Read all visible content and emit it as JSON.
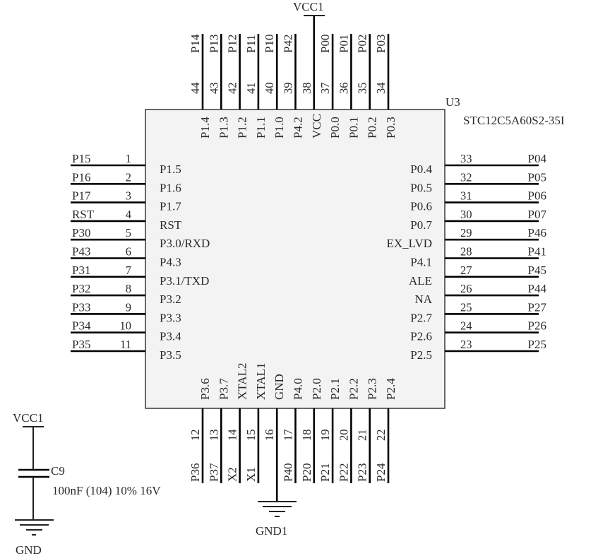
{
  "component": {
    "designator": "U3",
    "part_number": "STC12C5A60S2-35I"
  },
  "pins": {
    "left": [
      {
        "num": "1",
        "net": "P15",
        "name": "P1.5"
      },
      {
        "num": "2",
        "net": "P16",
        "name": "P1.6"
      },
      {
        "num": "3",
        "net": "P17",
        "name": "P1.7"
      },
      {
        "num": "4",
        "net": "RST",
        "name": "RST"
      },
      {
        "num": "5",
        "net": "P30",
        "name": "P3.0/RXD"
      },
      {
        "num": "6",
        "net": "P43",
        "name": "P4.3"
      },
      {
        "num": "7",
        "net": "P31",
        "name": "P3.1/TXD"
      },
      {
        "num": "8",
        "net": "P32",
        "name": "P3.2"
      },
      {
        "num": "9",
        "net": "P33",
        "name": "P3.3"
      },
      {
        "num": "10",
        "net": "P34",
        "name": "P3.4"
      },
      {
        "num": "11",
        "net": "P35",
        "name": "P3.5"
      }
    ],
    "bottom": [
      {
        "num": "12",
        "net": "P36",
        "name": "P3.6"
      },
      {
        "num": "13",
        "net": "P37",
        "name": "P3.7"
      },
      {
        "num": "14",
        "net": "X2",
        "name": "XTAL2"
      },
      {
        "num": "15",
        "net": "X1",
        "name": "XTAL1"
      },
      {
        "num": "16",
        "net": "",
        "name": "GND"
      },
      {
        "num": "17",
        "net": "P40",
        "name": "P4.0"
      },
      {
        "num": "18",
        "net": "P20",
        "name": "P2.0"
      },
      {
        "num": "19",
        "net": "P21",
        "name": "P2.1"
      },
      {
        "num": "20",
        "net": "P22",
        "name": "P2.2"
      },
      {
        "num": "21",
        "net": "P23",
        "name": "P2.3"
      },
      {
        "num": "22",
        "net": "P24",
        "name": "P2.4"
      }
    ],
    "right": [
      {
        "num": "33",
        "net": "P04",
        "name": "P0.4"
      },
      {
        "num": "32",
        "net": "P05",
        "name": "P0.5"
      },
      {
        "num": "31",
        "net": "P06",
        "name": "P0.6"
      },
      {
        "num": "30",
        "net": "P07",
        "name": "P0.7"
      },
      {
        "num": "29",
        "net": "P46",
        "name": "EX_LVD"
      },
      {
        "num": "28",
        "net": "P41",
        "name": "P4.1"
      },
      {
        "num": "27",
        "net": "P45",
        "name": "ALE"
      },
      {
        "num": "26",
        "net": "P44",
        "name": "NA"
      },
      {
        "num": "25",
        "net": "P27",
        "name": "P2.7"
      },
      {
        "num": "24",
        "net": "P26",
        "name": "P2.6"
      },
      {
        "num": "23",
        "net": "P25",
        "name": "P2.5"
      }
    ],
    "top": [
      {
        "num": "44",
        "net": "P14",
        "name": "P1.4"
      },
      {
        "num": "43",
        "net": "P13",
        "name": "P1.3"
      },
      {
        "num": "42",
        "net": "P12",
        "name": "P1.2"
      },
      {
        "num": "41",
        "net": "P11",
        "name": "P1.1"
      },
      {
        "num": "40",
        "net": "P10",
        "name": "P1.0"
      },
      {
        "num": "39",
        "net": "P42",
        "name": "P4.2"
      },
      {
        "num": "38",
        "net": "",
        "name": "VCC"
      },
      {
        "num": "37",
        "net": "P00",
        "name": "P0.0"
      },
      {
        "num": "36",
        "net": "P01",
        "name": "P0.1"
      },
      {
        "num": "35",
        "net": "P02",
        "name": "P0.2"
      },
      {
        "num": "34",
        "net": "P03",
        "name": "P0.3"
      }
    ]
  },
  "power": {
    "vcc_top": "VCC1",
    "gnd_bottom": "GND1"
  },
  "capacitor": {
    "designator": "C9",
    "value": "100nF (104) 10% 16V",
    "vcc_label": "VCC1",
    "gnd_label": "GND"
  }
}
